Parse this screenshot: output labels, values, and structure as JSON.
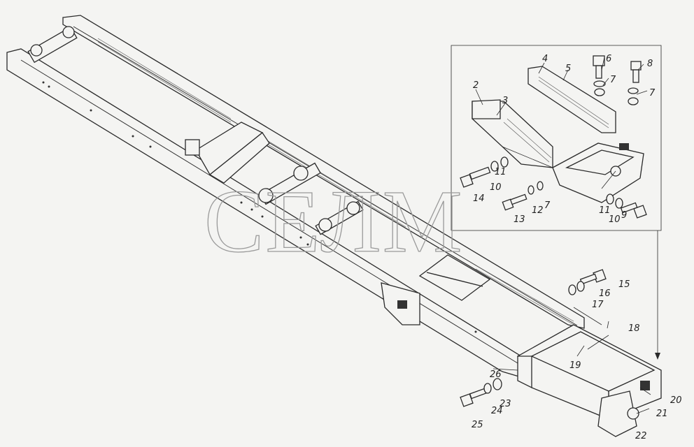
{
  "watermark": "СЕЛМ",
  "callouts": [
    "2",
    "3",
    "4",
    "5",
    "6",
    "7",
    "8",
    "7",
    "10",
    "11",
    "14",
    "12",
    "7",
    "13",
    "11",
    "10",
    "9",
    "15",
    "16",
    "17",
    "18",
    "19",
    "20",
    "21",
    "22",
    "23",
    "24",
    "25",
    "26"
  ]
}
